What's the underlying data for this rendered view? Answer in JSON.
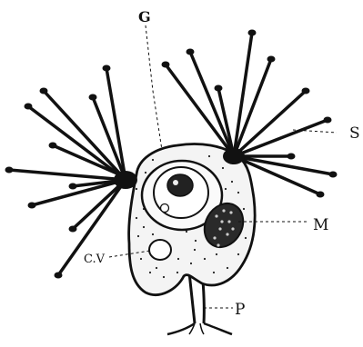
{
  "figure": {
    "ink_color": "#111111",
    "paper_color": "#ffffff",
    "labels": {
      "g": "G",
      "s": "S",
      "m": "M",
      "cv": "C.V",
      "p": "P"
    },
    "parts": {
      "tentacles": "suctorial-tentacles",
      "body": "cell-body",
      "macronucleus": "macronucleus",
      "contractile_vacuole": "contractile-vacuole",
      "embryo": "internal-bud",
      "stalk": "stalk"
    }
  }
}
